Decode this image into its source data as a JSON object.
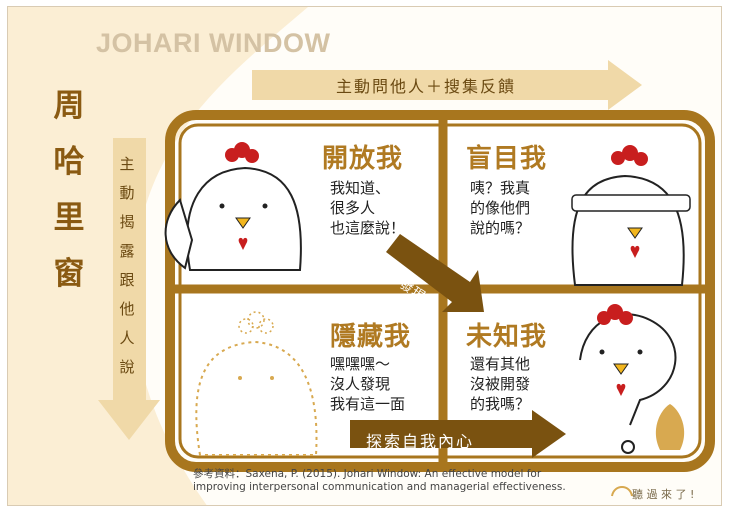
{
  "title": "JOHARI WINDOW",
  "side_title": [
    "周",
    "哈",
    "里",
    "窗"
  ],
  "top_arrow_label": "主動問他人＋搜集反饋",
  "left_arrow_label": [
    "主",
    "動",
    "揭",
    "露",
    "跟",
    "他",
    "人",
    "說"
  ],
  "quadrants": {
    "open": {
      "title": "開放我",
      "lines": [
        "我知道、",
        "很多人",
        "也這麼說！"
      ]
    },
    "blind": {
      "title": "盲目我",
      "lines": [
        "咦？我真",
        "的像他們",
        "說的嗎？"
      ]
    },
    "hidden": {
      "title": "隱藏我",
      "lines": [
        "嘿嘿嘿～",
        "沒人發現",
        "我有這一面"
      ]
    },
    "unknown": {
      "title": "未知我",
      "lines": [
        "還有其他",
        "沒被開發",
        "的我嗎？"
      ]
    }
  },
  "diagonal_arrow_label": "分享發現",
  "bottom_arrow_label": "探索自我內心",
  "reference": [
    "參考資料：Saxena, P. (2015). Johari Window: An effective model for",
    "improving interpersonal communication and managerial effectiveness."
  ],
  "logo_text": "聽 過 來 了 !",
  "colors": {
    "frame": "#a8761e",
    "arrow_light": "#f0d9a8",
    "arrow_dark": "#7a5210",
    "title_dark": "#8a5a12",
    "comb": "#c81e1e"
  }
}
